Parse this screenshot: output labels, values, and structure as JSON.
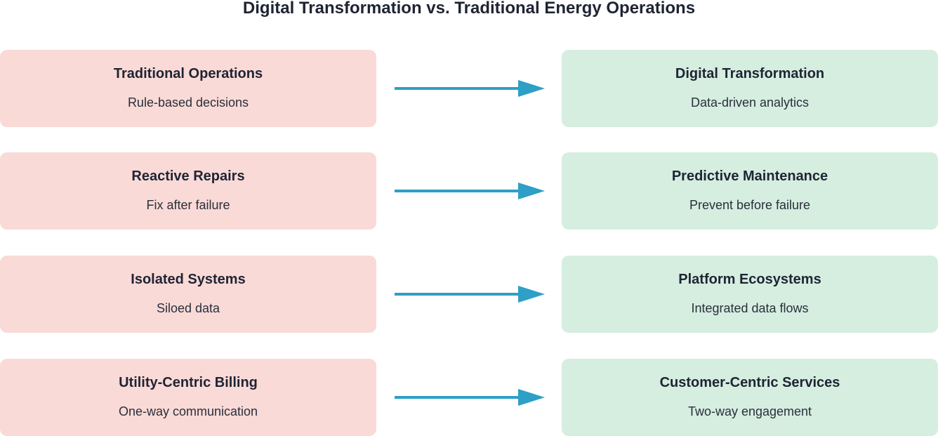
{
  "title": "Digital Transformation vs. Traditional Energy Operations",
  "colors": {
    "traditional_fill": "#f9dad7",
    "digital_fill": "#d5eee0",
    "arrow": "#2e9fc6",
    "text": "#1f2433"
  },
  "rows": [
    {
      "from": {
        "title": "Traditional Operations",
        "subtitle": "Rule-based decisions"
      },
      "to": {
        "title": "Digital Transformation",
        "subtitle": "Data-driven analytics"
      }
    },
    {
      "from": {
        "title": "Reactive Repairs",
        "subtitle": "Fix after failure"
      },
      "to": {
        "title": "Predictive Maintenance",
        "subtitle": "Prevent before failure"
      }
    },
    {
      "from": {
        "title": "Isolated Systems",
        "subtitle": "Siloed data"
      },
      "to": {
        "title": "Platform Ecosystems",
        "subtitle": "Integrated data flows"
      }
    },
    {
      "from": {
        "title": "Utility-Centric Billing",
        "subtitle": "One-way communication"
      },
      "to": {
        "title": "Customer-Centric Services",
        "subtitle": "Two-way engagement"
      }
    }
  ]
}
